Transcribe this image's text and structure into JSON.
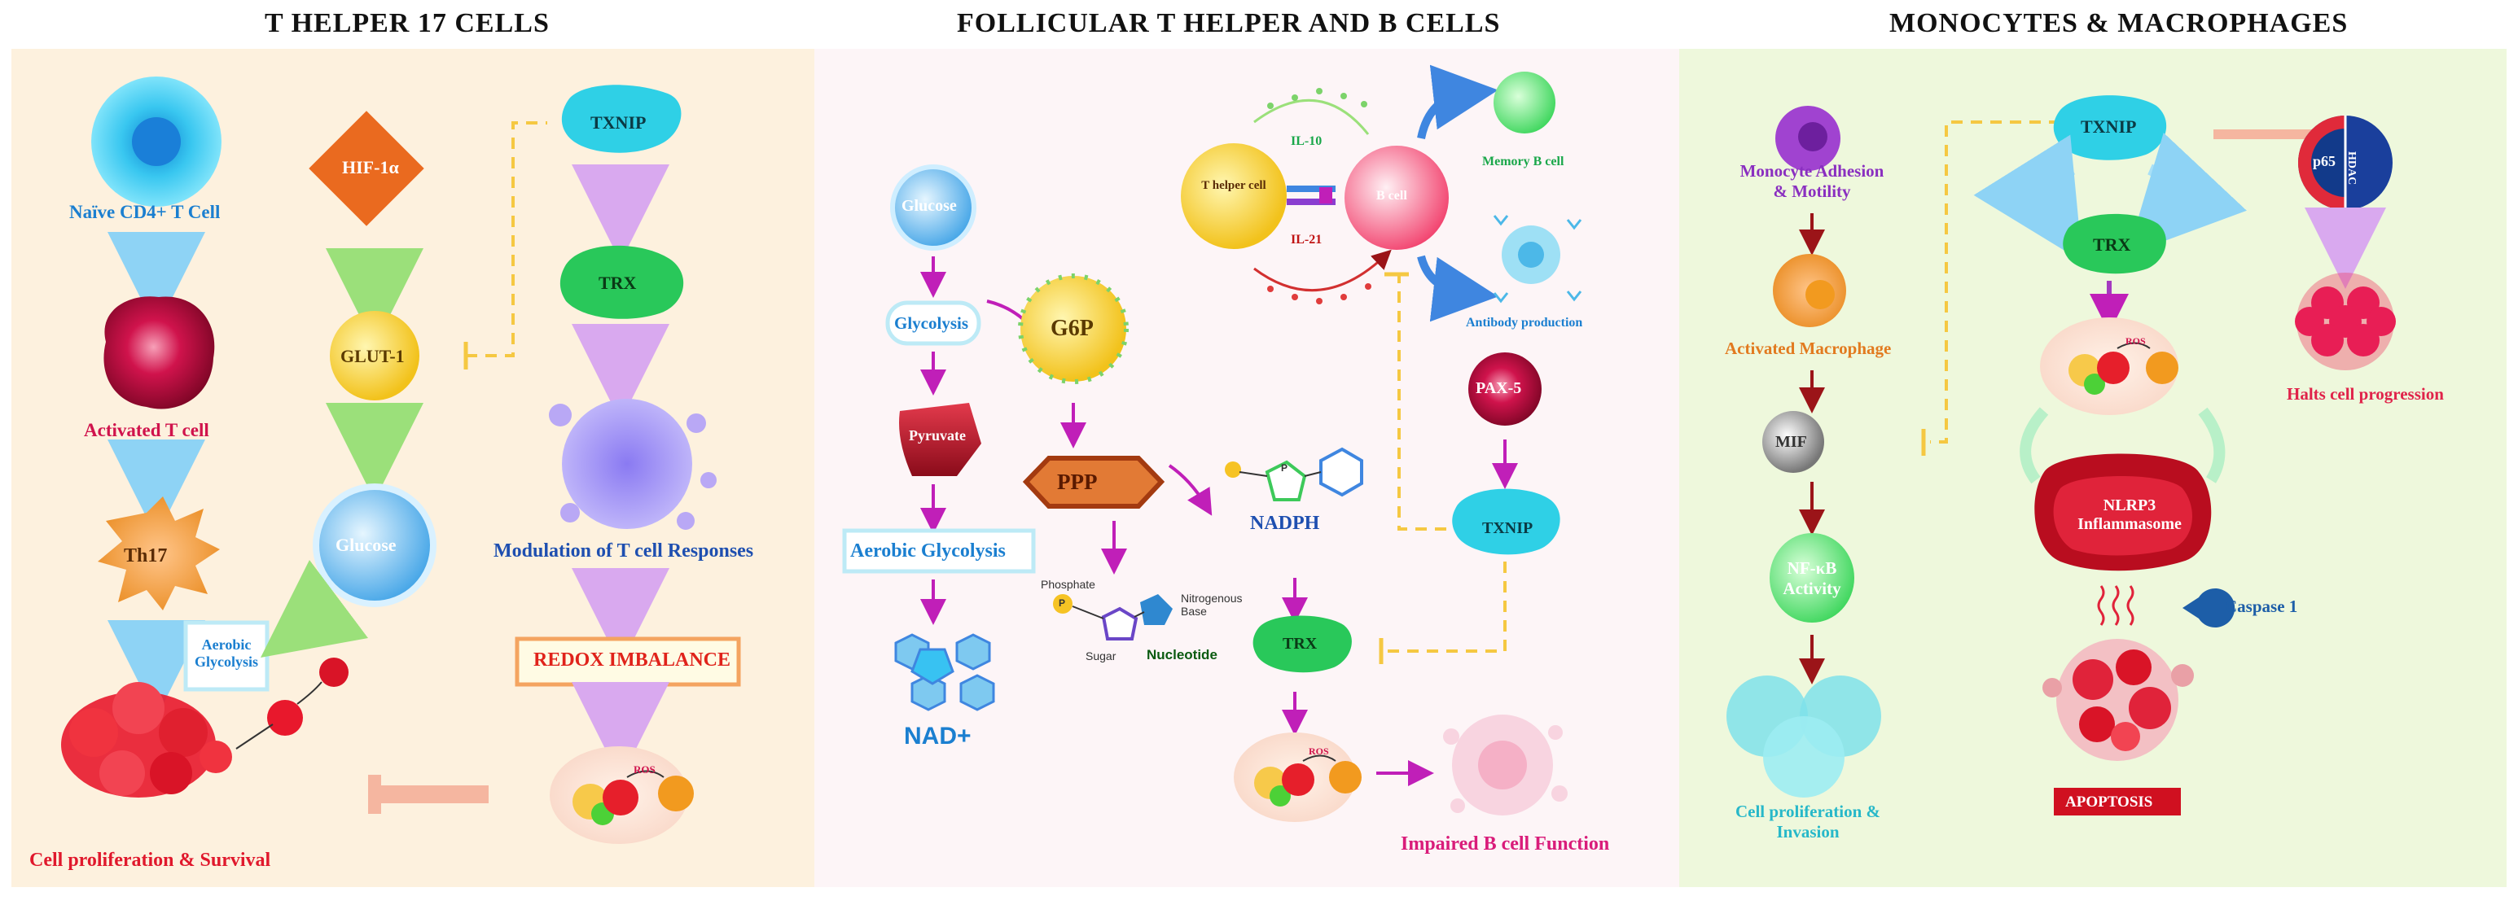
{
  "titles": {
    "th17": "T HELPER 17 CELLS",
    "tfh": "FOLLICULAR T HELPER AND B CELLS",
    "mono": "MONOCYTES & MACROPHAGES"
  },
  "th17": {
    "naive": "Naïve CD4+ T Cell",
    "activated": "Activated T cell",
    "th17": "Th17",
    "hif": "HIF-1α",
    "glut1": "GLUT-1",
    "glucose": "Glucose",
    "aerobic": "Aerobic Glycolysis",
    "txnip": "TXNIP",
    "trx": "TRX",
    "modulation": "Modulation of T cell Responses",
    "redox": "REDOX IMBALANCE",
    "ros": "ROS",
    "proliferation": "Cell proliferation & Survival"
  },
  "tfh": {
    "glucose": "Glucose",
    "glycolysis": "Glycolysis",
    "g6p": "G6P",
    "pyruvate": "Pyruvate",
    "aerobic": "Aerobic Glycolysis",
    "ppp": "PPP",
    "nad": "NAD+",
    "phosphate": "Phosphate",
    "sugar": "Sugar",
    "base": "Nitrogenous Base",
    "nucleotide": "Nucleotide",
    "p": "P",
    "t_helper": "T helper cell",
    "b_cell": "B cell",
    "il10": "IL-10",
    "il21": "IL-21",
    "memory_b": "Memory B cell",
    "antibody": "Antibody production",
    "nadph": "NADPH",
    "pax5": "PAX-5",
    "txnip": "TXNIP",
    "trx": "TRX",
    "ros": "ROS",
    "impaired": "Impaired B cell Function"
  },
  "mono": {
    "adhesion": "Monocyte Adhesion & Motility",
    "activated_mac": "Activated Macrophage",
    "mif": "MIF",
    "nfkb": "NF-κB Activity",
    "proliferation": "Cell proliferation & Invasion",
    "txnip": "TXNIP",
    "trx": "TRX",
    "ros": "ROS",
    "nlrp3": "NLRP3 Inflammasome",
    "caspase": "Caspase 1",
    "apoptosis": "APOPTOSIS",
    "p65": "p65",
    "hdac": "HDAC",
    "halts": "Halts cell progression"
  }
}
